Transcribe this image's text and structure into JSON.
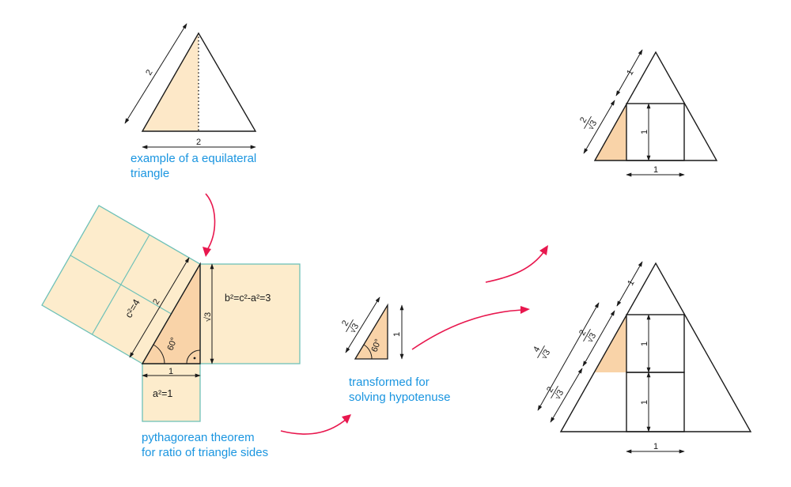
{
  "captions": {
    "equilateral_line1": "example of a equilateral",
    "equilateral_line2": "triangle",
    "pythagorean_line1": "pythagorean theorem",
    "pythagorean_line2": "for ratio of triangle sides",
    "transformed_line1": "transformed for",
    "transformed_line2": "solving hypotenuse"
  },
  "labels": {
    "two": "2",
    "one": "1",
    "sqrt3": "√3",
    "angle60": "60°",
    "c_squared": "c²=4",
    "b_squared": "b²=c²-a²=3",
    "a_squared": "a²=1",
    "two_over_sqrt3": "2/√3",
    "four_over_sqrt3": "4/√3"
  },
  "colors": {
    "caption": "#1a95e0",
    "arrow": "#e8174e",
    "square_fill": "#fdeccc",
    "square_stroke": "#6fc1b8",
    "triangle_fill": "#fde8c8"
  }
}
